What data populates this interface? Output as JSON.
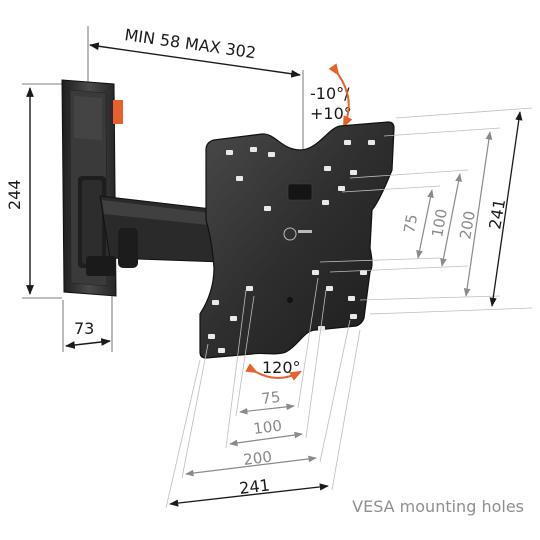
{
  "diagram": {
    "arm_extension": "MIN 58  MAX 302",
    "tilt": {
      "line1": "-10°/",
      "line2": "+10°"
    },
    "rotation": "120°",
    "wall_plate": {
      "height": "244",
      "depth": "73"
    },
    "vesa_vertical": [
      "75",
      "100",
      "200",
      "241"
    ],
    "vesa_horizontal": [
      "75",
      "100",
      "200",
      "241"
    ],
    "caption": "VESA mounting holes",
    "colors": {
      "mount": "#2b2b2b",
      "accent": "#e8602c",
      "dimension_black": "#1a1a1a",
      "dimension_gray": "#8a8a8a"
    }
  }
}
